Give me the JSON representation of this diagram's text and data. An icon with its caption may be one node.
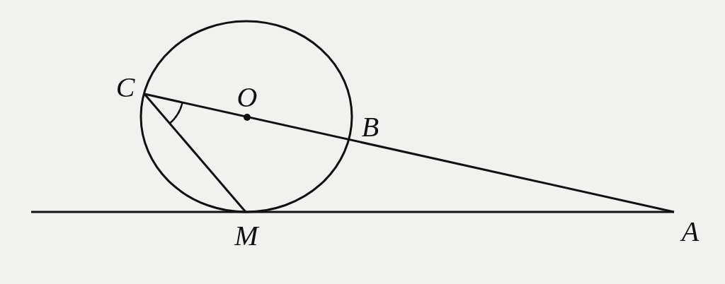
{
  "diagram": {
    "labels": [
      "C",
      "O",
      "B",
      "M",
      "A"
    ]
  }
}
